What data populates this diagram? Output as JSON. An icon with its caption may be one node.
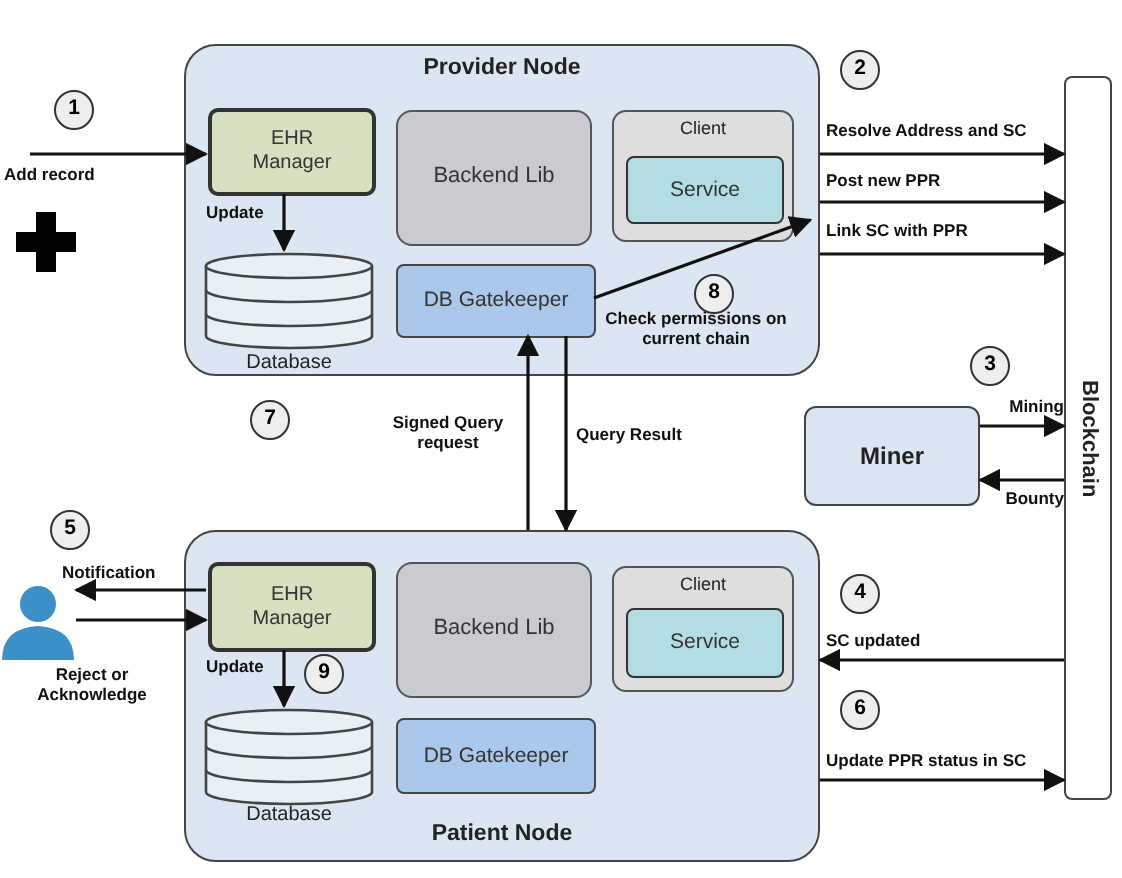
{
  "diagram": {
    "nodes": [
      {
        "text": [
          "Provider Node"
        ]
      },
      {
        "text": [
          "EHR Manager"
        ],
        "in": 0
      },
      {
        "text": [
          "Backend Lib"
        ],
        "in": 0
      },
      {
        "text": [
          "Client"
        ],
        "in": 0
      },
      {
        "text": [
          "Service"
        ],
        "in": 3
      },
      {
        "text": [
          "Database"
        ],
        "in": 0
      },
      {
        "text": [
          "DB Gatekeeper"
        ],
        "in": 0
      },
      {
        "text": [
          "Patient Node"
        ]
      },
      {
        "text": [
          "EHR Manager"
        ],
        "in": 7
      },
      {
        "text": [
          "Backend Lib"
        ],
        "in": 7
      },
      {
        "text": [
          "Client"
        ],
        "in": 7
      },
      {
        "text": [
          "Service"
        ],
        "in": 10
      },
      {
        "text": [
          "Database"
        ],
        "in": 7
      },
      {
        "text": [
          "DB Gatekeeper"
        ],
        "in": 7
      },
      {
        "text": [
          "Miner"
        ]
      },
      {
        "text": [
          "Blockchain"
        ]
      },
      {
        "text": [],
        "shape": "person"
      }
    ],
    "edges": [
      {
        "from": null,
        "to": 1,
        "arrow": "to",
        "label": "Add record"
      },
      {
        "from": 1,
        "to": 5,
        "arrow": "to",
        "label": "Update"
      },
      {
        "from": 6,
        "to": 4,
        "arrow": "to",
        "label": "Check permissions on current chain"
      },
      {
        "from": 0,
        "to": 15,
        "arrow": "to",
        "label": "Resolve Address and SC"
      },
      {
        "from": 0,
        "to": 15,
        "arrow": "to",
        "label": "Post new PPR"
      },
      {
        "from": 0,
        "to": 15,
        "arrow": "to",
        "label": "Link SC with PPR"
      },
      {
        "from": 7,
        "to": 6,
        "arrow": "to",
        "label": "Signed Query request"
      },
      {
        "from": 6,
        "to": 7,
        "arrow": "to",
        "label": "Query Result"
      },
      {
        "from": 14,
        "to": 15,
        "arrow": "to",
        "label": "Mining"
      },
      {
        "from": 15,
        "to": 14,
        "arrow": "to",
        "label": "Bounty"
      },
      {
        "from": 8,
        "to": 16,
        "arrow": "to",
        "label": "Notification"
      },
      {
        "from": 16,
        "to": 8,
        "arrow": "to",
        "label": "Reject or Acknowledge"
      },
      {
        "from": 8,
        "to": 12,
        "arrow": "to",
        "label": "Update"
      },
      {
        "from": 15,
        "to": 7,
        "arrow": "to",
        "label": "SC updated"
      },
      {
        "from": 7,
        "to": 15,
        "arrow": "to",
        "label": "Update PPR status in SC"
      }
    ],
    "labels": [
      "1",
      "2",
      "8",
      "3",
      "7",
      "5",
      "4",
      "9",
      "6"
    ]
  }
}
